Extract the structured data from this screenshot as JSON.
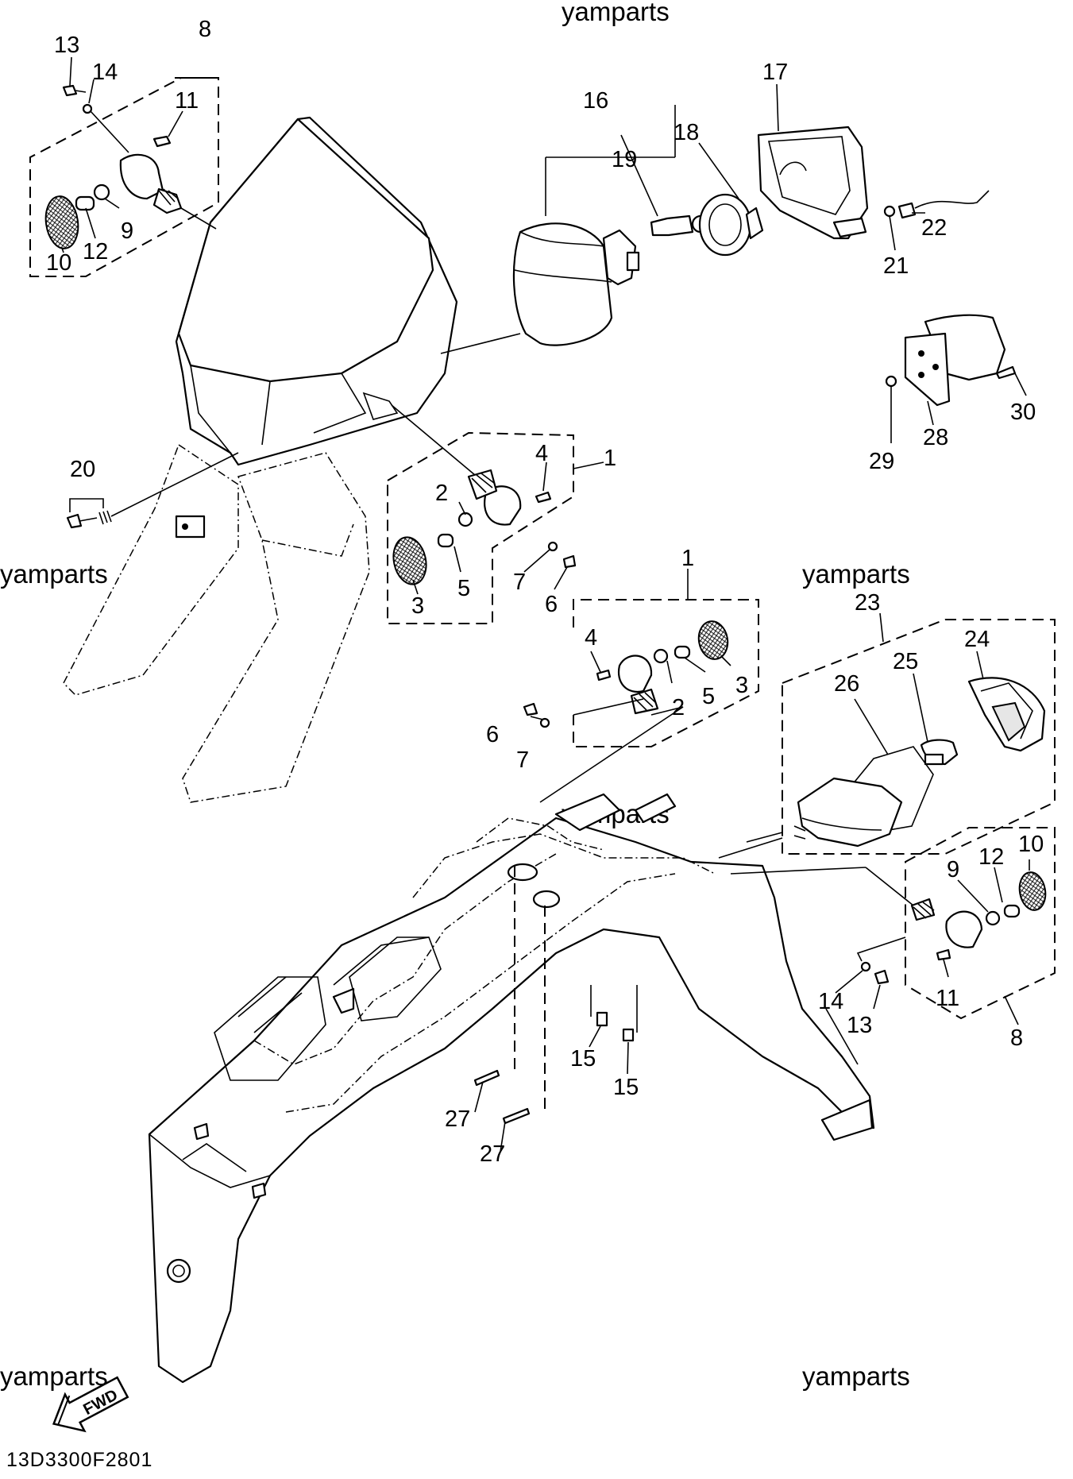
{
  "watermark": "yamparts",
  "diagram_code": "13D3300F2801",
  "fwd_label": "FWD",
  "callouts": {
    "n1": "1",
    "n2": "2",
    "n3": "3",
    "n4": "4",
    "n5": "5",
    "n6": "6",
    "n7": "7",
    "n8": "8",
    "n9": "9",
    "n10": "10",
    "n11": "11",
    "n12": "12",
    "n13": "13",
    "n14": "14",
    "n15": "15",
    "n16": "16",
    "n17": "17",
    "n18": "18",
    "n19": "19",
    "n20": "20",
    "n21": "21",
    "n22": "22",
    "n23": "23",
    "n24": "24",
    "n25": "25",
    "n26": "26",
    "n27": "27",
    "n28": "28",
    "n29": "29",
    "n30": "30"
  }
}
